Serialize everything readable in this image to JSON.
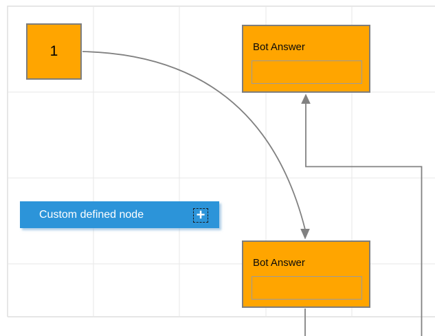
{
  "canvas": {
    "type": "flow-diagram-editor",
    "grid_visible": true,
    "page_background": "#ffffff"
  },
  "nodes": {
    "start": {
      "label": "1",
      "shape": "square"
    },
    "bot_answer_top": {
      "title": "Bot Answer",
      "input_value": ""
    },
    "bot_answer_bottom": {
      "title": "Bot Answer",
      "input_value": ""
    },
    "custom": {
      "label": "Custom defined node",
      "add_icon_glyph": "+"
    }
  },
  "connectors": [
    {
      "id": "curved",
      "from": "start",
      "to": "bot_answer_bottom",
      "style": "bezier",
      "arrow": "target"
    },
    {
      "id": "orthogonal",
      "from": "bot_answer_bottom",
      "to": "bot_answer_top",
      "style": "orthogonal",
      "arrow": "target"
    }
  ],
  "colors": {
    "node_orange": "#ffa500",
    "node_blue": "#2c94d9",
    "node_border": "#7d7d7d",
    "connector": "#818181",
    "grid": "#e7e7e7",
    "page_border": "#dedede"
  }
}
